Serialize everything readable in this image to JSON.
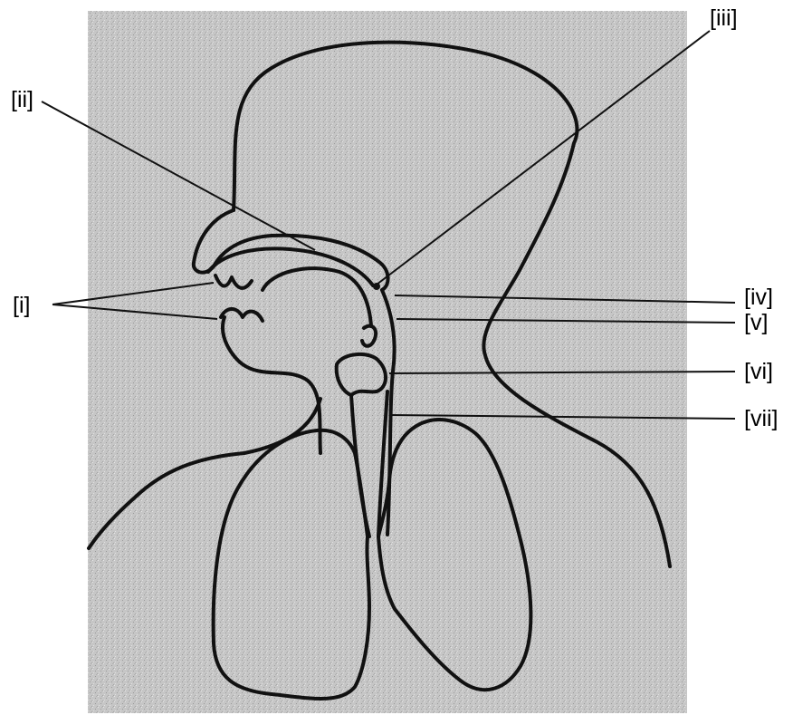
{
  "diagram": {
    "labels": {
      "i": "[i]",
      "ii": "[ii]",
      "iii": "[iii]",
      "iv": "[iv]",
      "v": "[v]",
      "vi": "[vi]",
      "vii": "[vii]"
    },
    "colors": {
      "background": "#c9c9c9",
      "outline": "#111111"
    }
  }
}
